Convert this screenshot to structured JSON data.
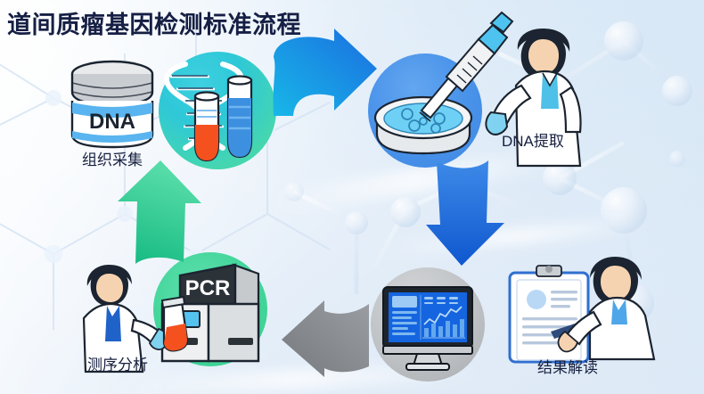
{
  "page": {
    "title": "道间质瘤基因检测标准流程",
    "title_color": "#161f44",
    "background_colors": [
      "#fdfefe",
      "#eef4fb",
      "#e3edf8",
      "#dde9f6"
    ]
  },
  "steps": [
    {
      "id": "tissue-collection",
      "label": "组织采集",
      "icon": "dna-jar-icon",
      "jar_text": "DNA",
      "accent": "#3fa9f5"
    },
    {
      "id": "dna-sample",
      "label": "",
      "icon": "dna-helix-test-tubes-icon",
      "circle_color": "#2ec8d8",
      "circle_color_2": "#51dba2",
      "tube_colors": [
        "#f4511e",
        "#1e88e5"
      ]
    },
    {
      "id": "dna-extraction",
      "label": "DNA提取",
      "icon": "petri-dish-pipette-icon",
      "circle_color": "#4b94ea",
      "accent": "#5bb8f0"
    },
    {
      "id": "result-interpretation",
      "label": "结果解读",
      "icon": "clipboard-report-icon",
      "accent": "#3f7fd6"
    },
    {
      "id": "data-analysis",
      "label": "",
      "icon": "monitor-dashboard-icon",
      "circle_color": "#bfc2c5",
      "screen_color": "#1565e0"
    },
    {
      "id": "sequencing-analysis",
      "label": "测序分析",
      "icon": "pcr-machine-icon",
      "machine_text": "PCR",
      "circle_color": "#44d69b"
    }
  ],
  "arrows": [
    {
      "id": "arrow-collection-to-extraction",
      "name": "curved-arrow-right",
      "direction": "right",
      "color_from": "#18b7e8",
      "color_to": "#1a6ee0"
    },
    {
      "id": "arrow-extraction-to-analysis",
      "name": "arrow-down",
      "direction": "down",
      "color_from": "#3d8ae8",
      "color_to": "#0f57cf"
    },
    {
      "id": "arrow-analysis-to-sequencing",
      "name": "arrow-left",
      "direction": "left",
      "color_from": "#9a9ea2",
      "color_to": "#7e8287"
    },
    {
      "id": "arrow-sequencing-to-collection",
      "name": "arrow-up",
      "direction": "up",
      "color_from": "#4ad7a2",
      "color_to": "#14b981"
    }
  ],
  "background": {
    "motif": "molecular-lattice",
    "node_color": "#ffffff",
    "line_color": "#cfe0f2"
  }
}
